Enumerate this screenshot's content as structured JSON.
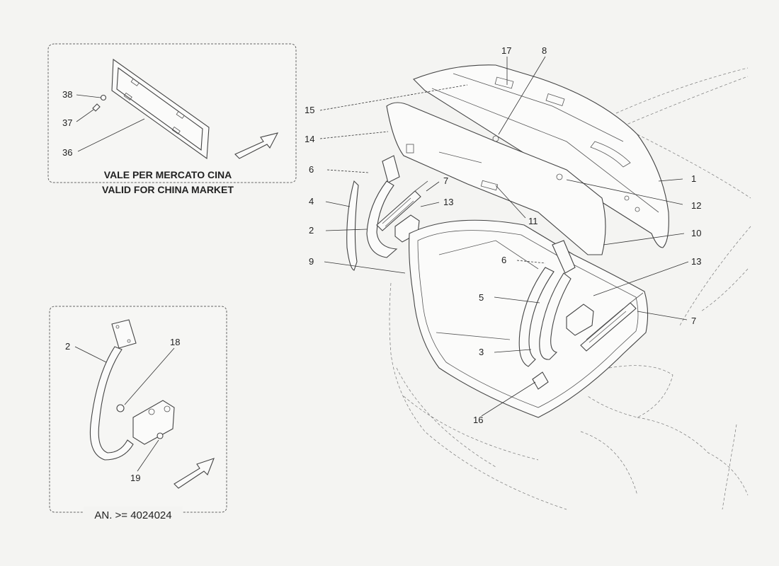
{
  "inset_china": {
    "caption_line1": "VALE PER MERCATO CINA",
    "caption_line2": "VALID FOR CHINA MARKET",
    "callouts": [
      "38",
      "37",
      "36"
    ]
  },
  "inset_variant": {
    "note": "AN. >= 4024024",
    "callouts": [
      "2",
      "18",
      "19"
    ]
  },
  "main_callouts": {
    "c17": "17",
    "c8": "8",
    "c15": "15",
    "c14": "14",
    "c6a": "6",
    "c7a": "7",
    "c4": "4",
    "c13a": "13",
    "c2": "2",
    "c11": "11",
    "c1": "1",
    "c12": "12",
    "c10": "10",
    "c9": "9",
    "c6b": "6",
    "c13b": "13",
    "c5": "5",
    "c7b": "7",
    "c3": "3",
    "c16": "16"
  },
  "icons": [
    "view-direction-arrow-icon",
    "view-direction-arrow-icon"
  ]
}
